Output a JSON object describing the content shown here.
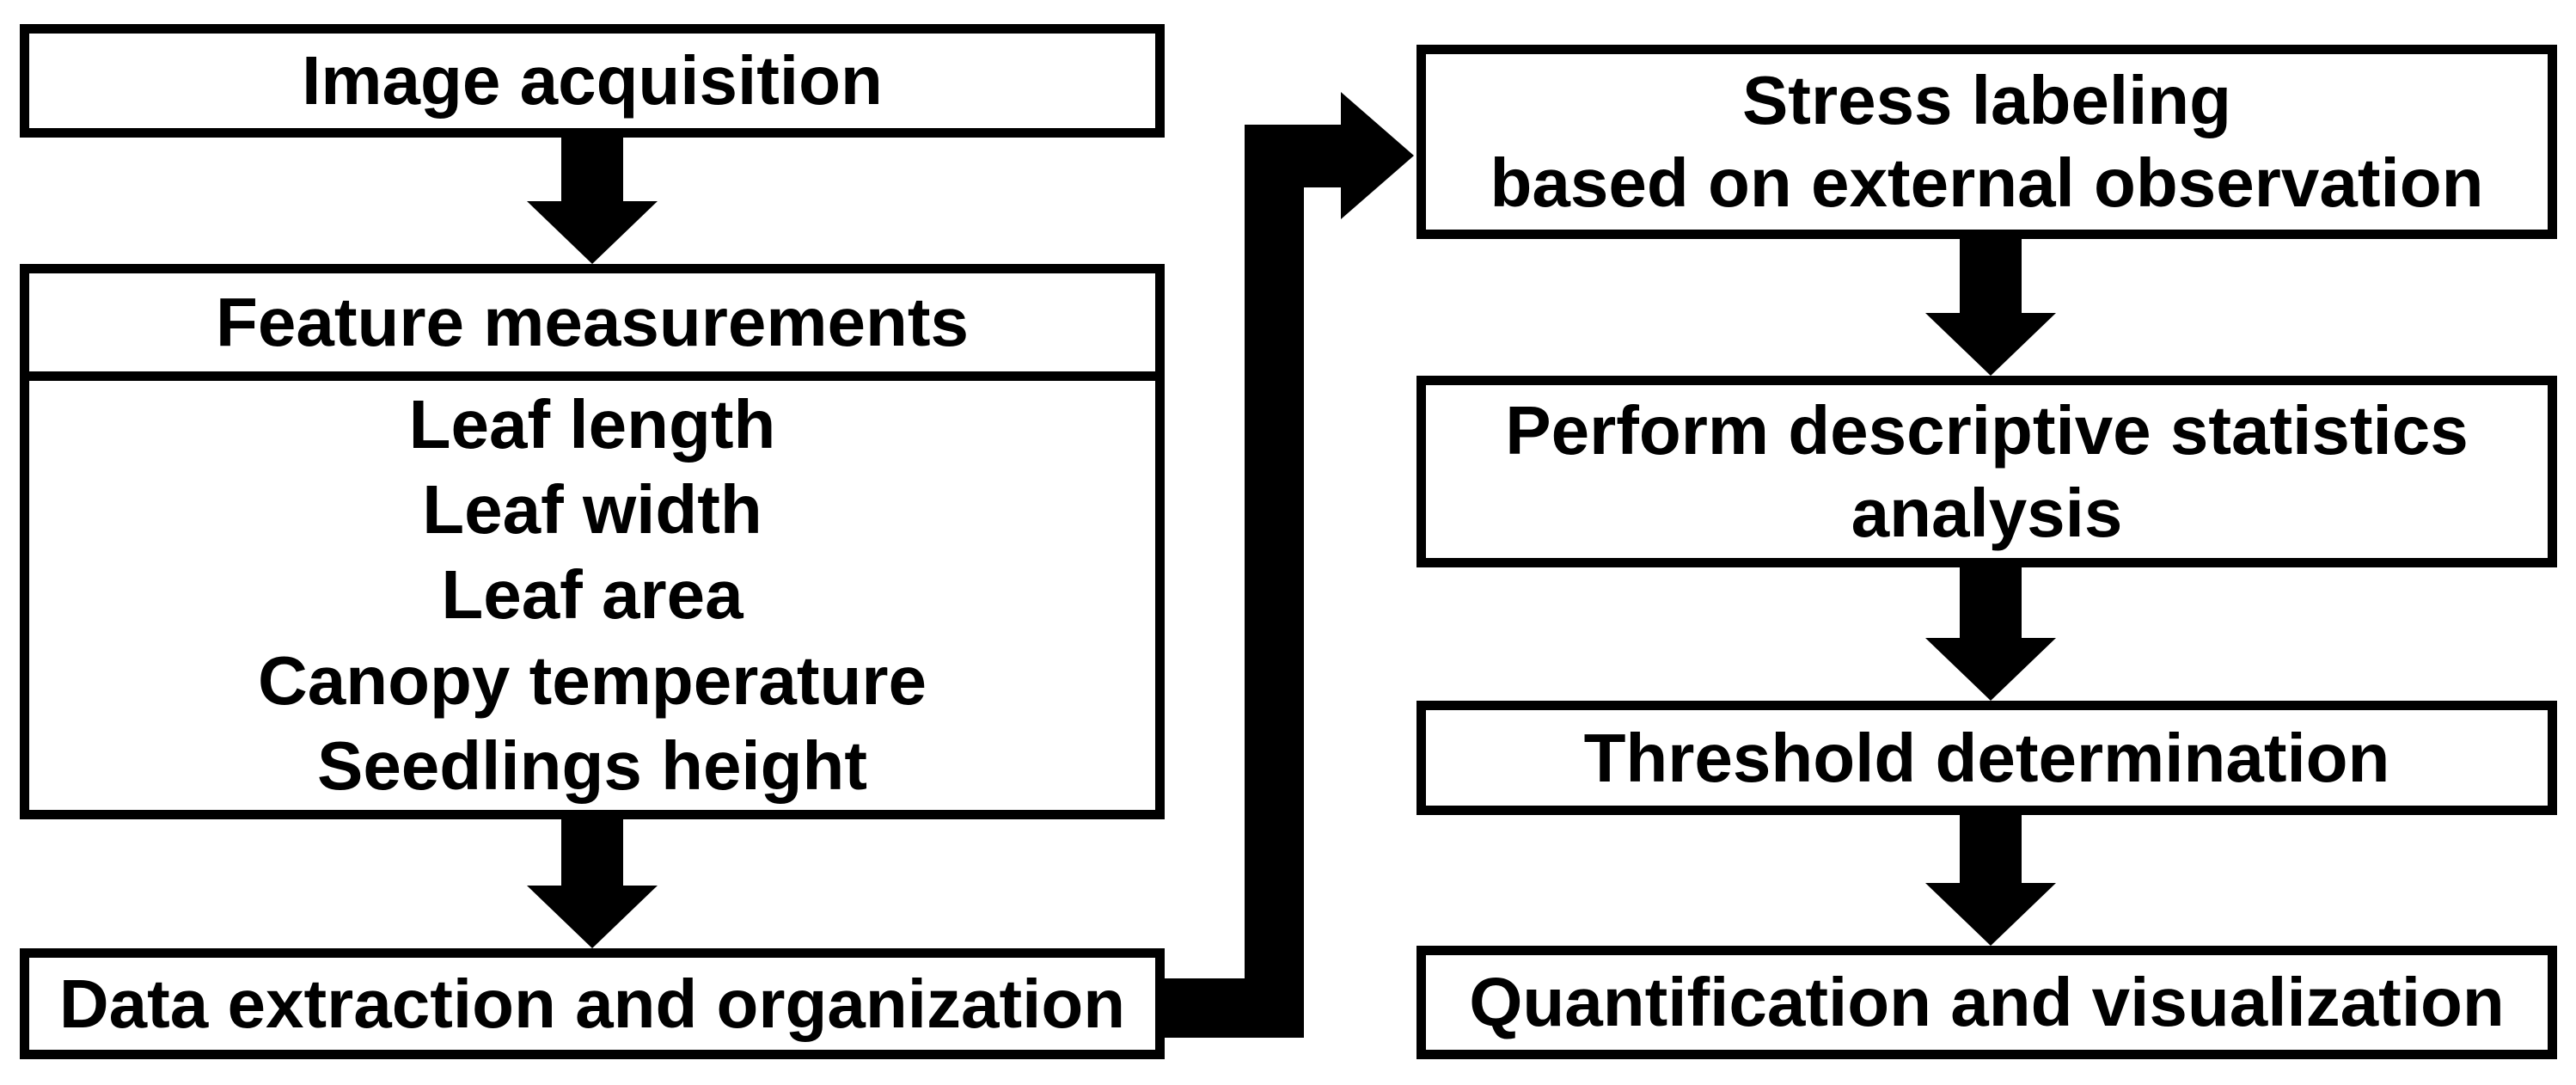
{
  "diagram": {
    "type": "flowchart",
    "colors": {
      "background": "#ffffff",
      "box_fill": "#ffffff",
      "line": "#000000",
      "text": "#000000"
    },
    "nodes": {
      "image_acquisition": {
        "label": "Image acquisition"
      },
      "feature_measurements": {
        "header": "Feature measurements",
        "items": [
          "Leaf length",
          "Leaf width",
          "Leaf area",
          "Canopy temperature",
          "Seedlings height"
        ]
      },
      "data_extraction": {
        "label": "Data extraction and organization"
      },
      "stress_labeling": {
        "line1": "Stress labeling",
        "line2": "based on external observation"
      },
      "descriptive_statistics": {
        "line1": "Perform descriptive statistics",
        "line2": "analysis"
      },
      "threshold": {
        "label": "Threshold determination"
      },
      "quantification": {
        "label": "Quantification and visualization"
      }
    }
  }
}
